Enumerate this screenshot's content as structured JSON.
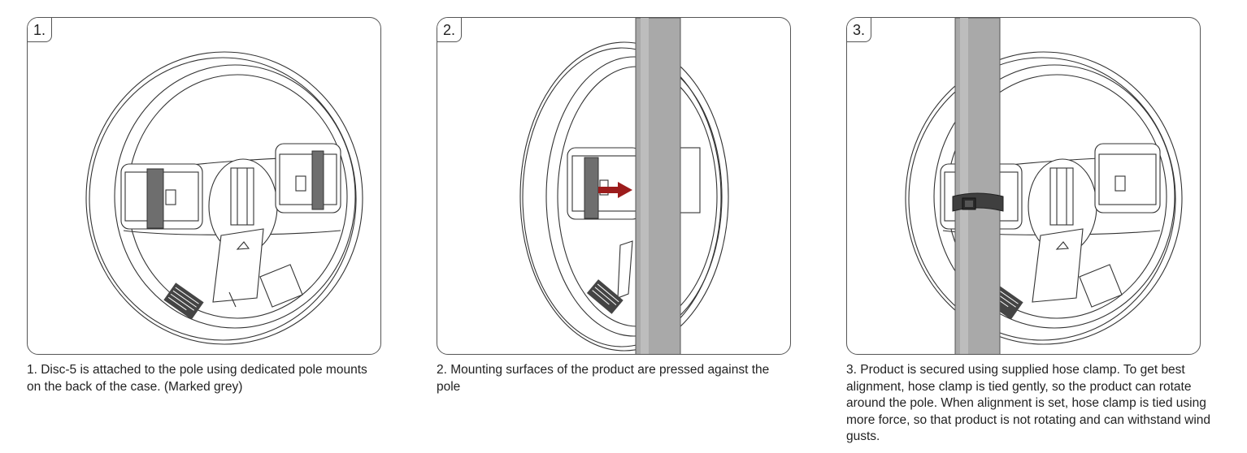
{
  "steps": [
    {
      "badge": "1.",
      "caption": "1. Disc-5 is attached to the pole using dedicated pole mounts on the back of the case. (Marked grey)"
    },
    {
      "badge": "2.",
      "caption": "2. Mounting surfaces of the product are pressed against the pole"
    },
    {
      "badge": "3.",
      "caption": "3. Product is secured using supplied hose clamp. To get best alignment, hose clamp is tied gently, so the product can rotate around the pole. When alignment is set, hose clamp is tied using more force, so that product is not rotating and can withstand wind gusts."
    }
  ],
  "colors": {
    "mount_grey": "#6e6e6e",
    "pole_grey": "#a9a9a9",
    "arrow_red": "#9c1c1c",
    "clamp_dark": "#3f3f3f"
  }
}
